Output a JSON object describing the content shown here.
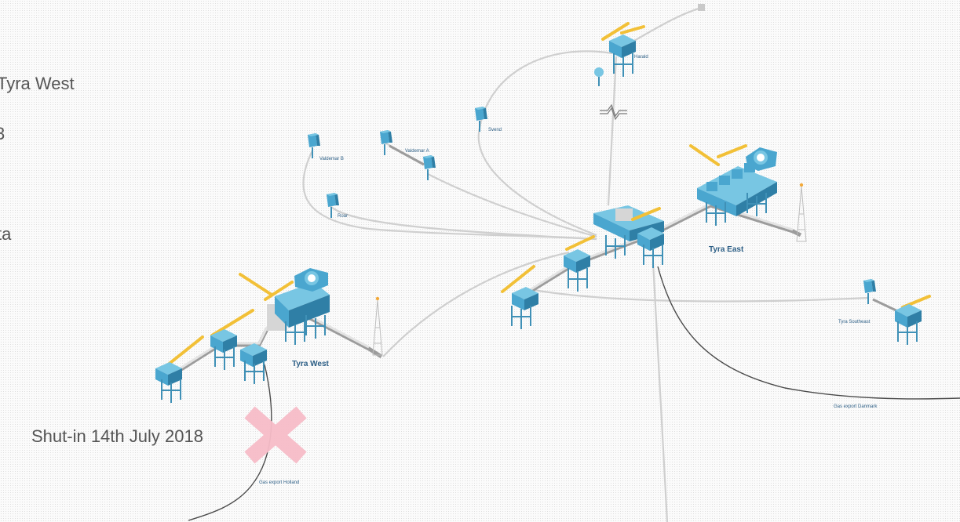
{
  "slide_text": {
    "line1": "Tyra West",
    "line2": "3",
    "line3": "ta",
    "shutin": "Shut-in 14th July 2018"
  },
  "labels": {
    "harald": "Harald",
    "svend": "Svend",
    "valdemar_a": "Valdemar A",
    "valdemar_b": "Valdemar B",
    "roar": "Roar",
    "tyra_east": "Tyra East",
    "tyra_west": "Tyra West",
    "tyra_southeast": "Tyra Southeast",
    "gas_export_danmark": "Gas export Danmark",
    "gas_export_holland": "Gas export Holland"
  },
  "colors": {
    "platform_blue": "#4aa6cf",
    "platform_top": "#78c6e3",
    "crane_yellow": "#f2c037",
    "pipe_grey": "#cfcfcf",
    "export_line": "#4a4a4a",
    "shut_in_mark": "#f7bcc8",
    "label_blue": "#2d5f86"
  },
  "icons": {
    "shut_in": "x-mark-icon",
    "pipe_break": "pipeline-break-icon"
  }
}
